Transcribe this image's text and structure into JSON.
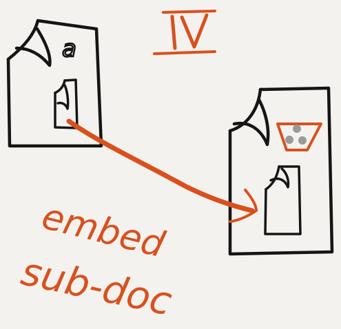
{
  "figure": {
    "marker": "IV",
    "label_line1": "embed",
    "label_line2": "sub-doc",
    "left_doc_corner_letter": "a"
  },
  "colors": {
    "ink": "#151515",
    "accent": "#d9501e",
    "background": "#f4f2ee",
    "grey_dots": "#9a9a9a"
  }
}
